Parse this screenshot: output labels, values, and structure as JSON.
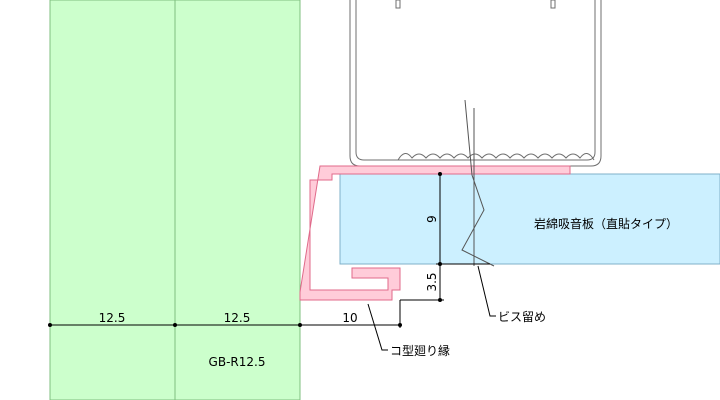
{
  "colors": {
    "board": "#ccffcc",
    "board_line": "#7fbf7f",
    "trim": "#ffccd9",
    "trim_line": "#e06a8a",
    "panel": "#ccf0ff",
    "panel_line": "#7fb0c8",
    "steel_line": "#6f6f6f",
    "dim_line": "#000000"
  },
  "dimensions": {
    "board_1": "12.5",
    "board_2": "12.5",
    "trim_width": "10",
    "panel_thickness": "9",
    "trim_gap": "3.5"
  },
  "labels": {
    "gypsum_board": "GB-R12.5",
    "panel": "岩綿吸音板（直貼タイプ）",
    "screw": "ビス留め",
    "trim": "コ型廻り縁"
  }
}
